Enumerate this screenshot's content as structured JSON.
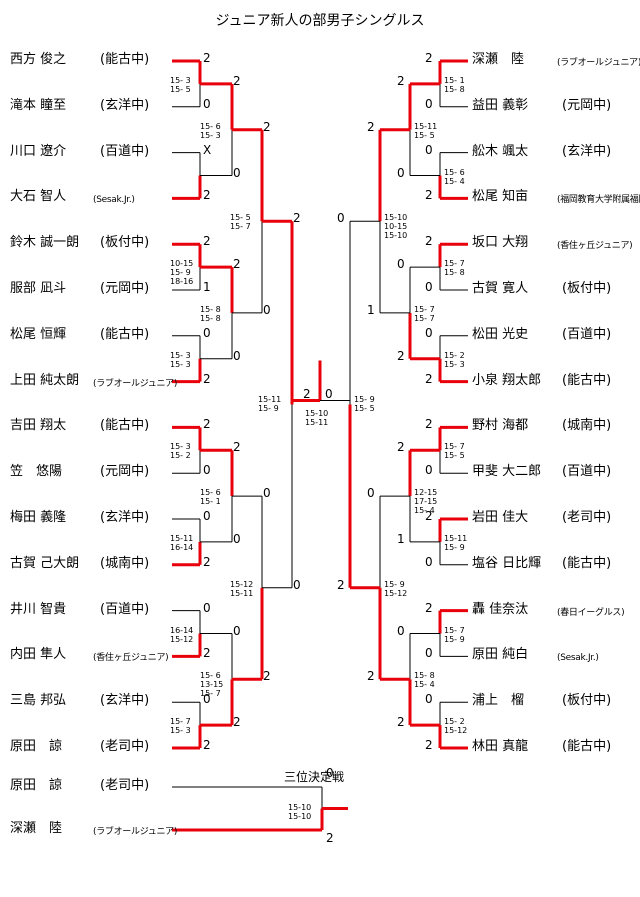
{
  "title": "ジュニア新人の部男子シングルス",
  "left_players": [
    {
      "name": "西方 俊之",
      "club": "(能古中)",
      "score": "2"
    },
    {
      "name": "滝本 瞳至",
      "club": "(玄洋中)",
      "score": "0"
    },
    {
      "name": "川口 遼介",
      "club": "(百道中)",
      "score": "X"
    },
    {
      "name": "大石 智人",
      "club": "(Sesak.Jr.)",
      "score": "2"
    },
    {
      "name": "鈴木 誠一朗",
      "club": "(板付中)",
      "score": "2"
    },
    {
      "name": "服部 凪斗",
      "club": "(元岡中)",
      "score": "1"
    },
    {
      "name": "松尾 恒輝",
      "club": "(能古中)",
      "score": "0"
    },
    {
      "name": "上田 純太朗",
      "club": "(ラブオールジュニア)",
      "score": "2"
    },
    {
      "name": "吉田 翔太",
      "club": "(能古中)",
      "score": "2"
    },
    {
      "name": "笠　悠陽",
      "club": "(元岡中)",
      "score": "0"
    },
    {
      "name": "梅田 義隆",
      "club": "(玄洋中)",
      "score": "0"
    },
    {
      "name": "古賀 己大朗",
      "club": "(城南中)",
      "score": "2"
    },
    {
      "name": "井川 智貴",
      "club": "(百道中)",
      "score": "0"
    },
    {
      "name": "内田 隼人",
      "club": "(香住ヶ丘ジュニア)",
      "score": "2"
    },
    {
      "name": "三島 邦弘",
      "club": "(玄洋中)",
      "score": "0"
    },
    {
      "name": "原田　諒",
      "club": "(老司中)",
      "score": "2"
    }
  ],
  "right_players": [
    {
      "name": "深瀬　陸",
      "club": "(ラブオールジュニア)",
      "score": "2"
    },
    {
      "name": "益田 義彰",
      "club": "(元岡中)",
      "score": "0"
    },
    {
      "name": "舩木 颯太",
      "club": "(玄洋中)",
      "score": "0"
    },
    {
      "name": "松尾 知亩",
      "club": "(福岡教育大学附属福岡中)",
      "score": "2"
    },
    {
      "name": "坂口 大翔",
      "club": "(香住ヶ丘ジュニア)",
      "score": "2"
    },
    {
      "name": "古賀 寛人",
      "club": "(板付中)",
      "score": "0"
    },
    {
      "name": "松田 光史",
      "club": "(百道中)",
      "score": "0"
    },
    {
      "name": "小泉 翔太郎",
      "club": "(能古中)",
      "score": "2"
    },
    {
      "name": "野村 海都",
      "club": "(城南中)",
      "score": "2"
    },
    {
      "name": "甲斐 大二郎",
      "club": "(百道中)",
      "score": "0"
    },
    {
      "name": "岩田 佳大",
      "club": "(老司中)",
      "score": "2"
    },
    {
      "name": "塩谷 日比輝",
      "club": "(能古中)",
      "score": "0"
    },
    {
      "name": "轟 佳奈汰",
      "club": "(春日イーグルス)",
      "score": "2"
    },
    {
      "name": "原田 純白",
      "club": "(Sesak.Jr.)",
      "score": "0"
    },
    {
      "name": "浦上　榴",
      "club": "(板付中)",
      "score": "0"
    },
    {
      "name": "林田 真龍",
      "club": "(能古中)",
      "score": "2"
    }
  ],
  "left_round_scores": {
    "r2": [
      "2",
      "0",
      "2",
      "0",
      "2",
      "0",
      "0",
      "2"
    ],
    "r3": [
      "2",
      "0",
      "0",
      "2"
    ],
    "r4": [
      "2",
      "0"
    ],
    "semi": "2"
  },
  "right_round_scores": {
    "r2": [
      "2",
      "0",
      "0",
      "2",
      "2",
      "1",
      "0",
      "2"
    ],
    "r3": [
      "2",
      "1",
      "0",
      "2"
    ],
    "r4": [
      "0",
      "2"
    ],
    "semi": "0"
  },
  "left_game_scores": {
    "r1": [
      "15- 3\n15- 5",
      "",
      "10-15\n15- 9\n18-16",
      "15- 3\n15- 3",
      "15- 3\n15- 2",
      "15-11\n16-14",
      "16-14\n15-12",
      "15- 7\n15- 3"
    ],
    "r2": [
      "15- 6\n15- 3",
      "15- 8\n15- 8",
      "15- 6\n15- 1",
      "15- 6\n13-15\n15- 7"
    ],
    "r3": [
      "15- 5\n15- 7",
      "15-12\n15-11"
    ],
    "r4": "15-11\n15- 9"
  },
  "right_game_scores": {
    "r1": [
      "15- 1\n15- 8",
      "15- 6\n15- 4",
      "15- 7\n15- 8",
      "15- 2\n15- 3",
      "15- 7\n15- 5",
      "15-11\n15- 9",
      "15- 7\n15- 9",
      "15- 2\n15-12"
    ],
    "r2": [
      "15-11\n15- 5",
      "15- 7\n15- 7",
      "12-15\n17-15\n15- 4",
      "15- 8\n15- 4"
    ],
    "r3": [
      "15-10\n10-15\n15-10",
      "15- 9\n15-12"
    ],
    "r4": "15- 9\n15- 5"
  },
  "final_scores": "15-10\n15-11",
  "third_place": {
    "title": "三位決定戦",
    "players": [
      {
        "name": "原田　諒",
        "club": "(老司中)",
        "score": "0"
      },
      {
        "name": "深瀬　陸",
        "club": "(ラブオールジュニア)",
        "score": "2"
      }
    ],
    "game_scores": "15-10\n15-10"
  },
  "colors": {
    "win": "#e8000b",
    "line": "#000000"
  }
}
